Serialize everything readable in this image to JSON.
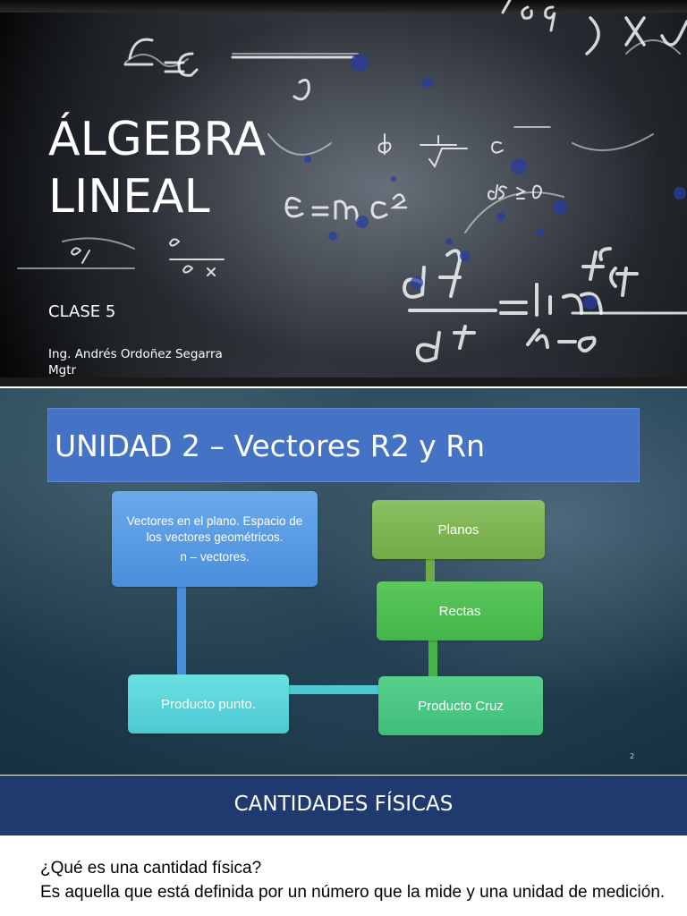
{
  "slide1": {
    "title_line1": "ÁLGEBRA",
    "title_line2": "LINEAL",
    "subtitle": "CLASE 5",
    "author_line1": "Ing. Andrés Ordoñez Segarra",
    "author_line2": "Mgtr"
  },
  "slide2": {
    "banner_title": "UNIDAD 2 – Vectores R2 y Rn",
    "box_vectores_line1": "Vectores en el plano. Espacio de",
    "box_vectores_line2": "los vectores geométricos.",
    "box_vectores_line3": "n – vectores.",
    "box_planos": "Planos",
    "box_rectas": "Rectas",
    "box_producto_punto": "Producto punto.",
    "box_producto_cruz": "Producto Cruz",
    "page_number": "2"
  },
  "slide3": {
    "header": "CANTIDADES FÍSICAS",
    "question": "¿Qué es una cantidad física?",
    "answer": "Es aquella que está definida por un número que la mide y una unidad de medición."
  }
}
